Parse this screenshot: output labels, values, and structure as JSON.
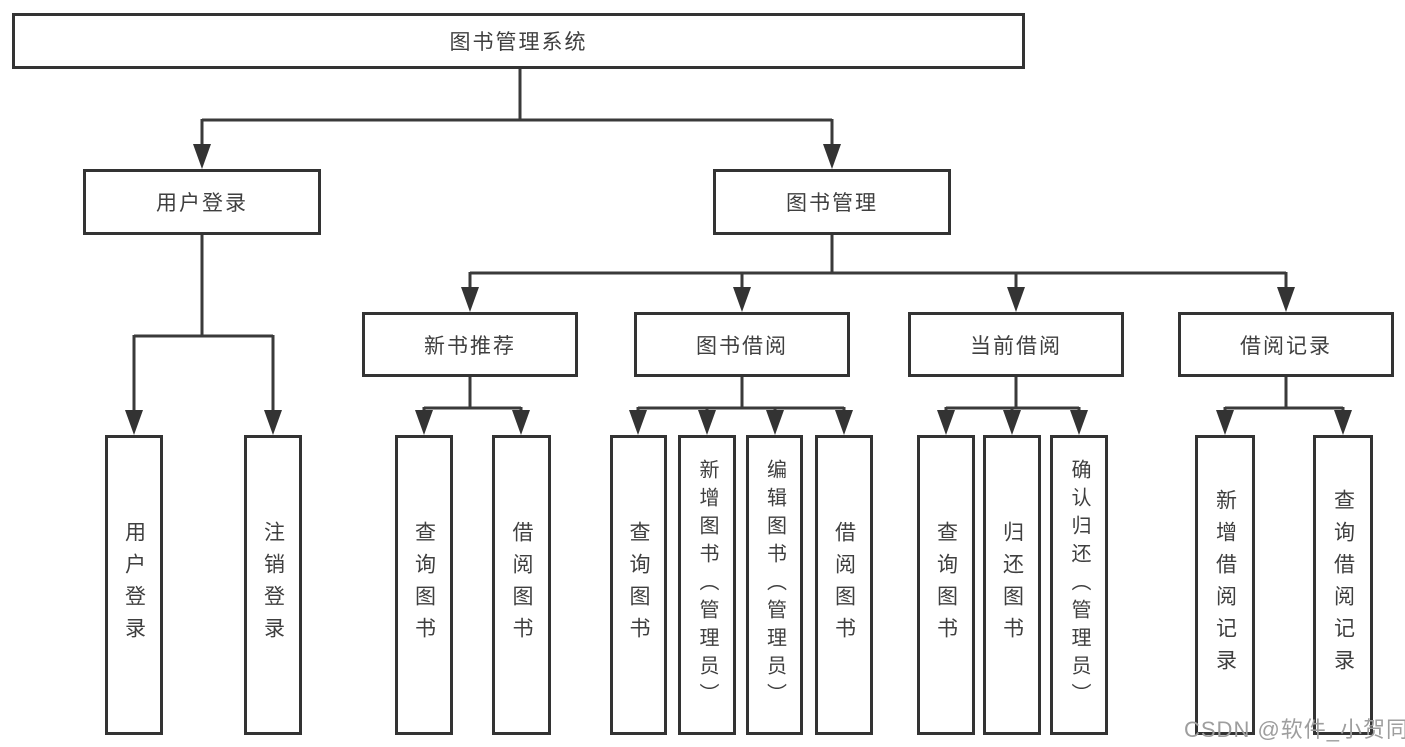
{
  "diagram": {
    "root_label": "图书管理系统",
    "level2": {
      "user_login": "用户登录",
      "book_mgmt": "图书管理"
    },
    "level3": {
      "new_books": "新书推荐",
      "book_borrow": "图书借阅",
      "current_borrow": "当前借阅",
      "borrow_records": "借阅记录"
    },
    "leaves": {
      "user_login": [
        "用户登录",
        "注销登录"
      ],
      "new_books": [
        "查询图书",
        "借阅图书"
      ],
      "book_borrow": [
        "查询图书",
        "新增图书（管理员）",
        "编辑图书（管理员）",
        "借阅图书"
      ],
      "current_borrow": [
        "查询图书",
        "归还图书",
        "确认归还（管理员）"
      ],
      "borrow_records": [
        "新增借阅记录",
        "查询借阅记录"
      ]
    },
    "watermark": "CSDN @软件_小贺同学",
    "colors": {
      "line": "#3a3a3a",
      "box_border": "#333333",
      "text": "#3f3f3f",
      "watermark": "#9e9e9e",
      "background": "#ffffff"
    }
  }
}
